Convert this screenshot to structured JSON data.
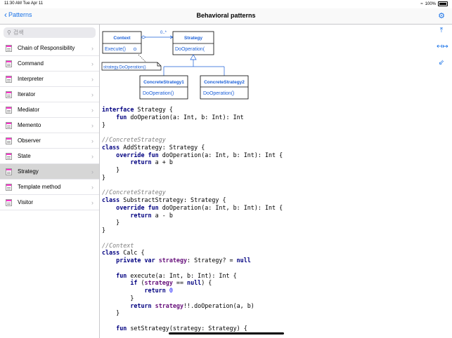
{
  "status": {
    "time": "11:30 AM  Tue Apr 11",
    "battery": "100%"
  },
  "nav": {
    "back_label": "Patterns",
    "title": "Behavioral patterns"
  },
  "search": {
    "placeholder": "검색"
  },
  "sidebar": {
    "items": [
      {
        "label": "Chain of Responsibility",
        "selected": false
      },
      {
        "label": "Command",
        "selected": false
      },
      {
        "label": "Interpreter",
        "selected": false
      },
      {
        "label": "Iterator",
        "selected": false
      },
      {
        "label": "Mediator",
        "selected": false
      },
      {
        "label": "Memento",
        "selected": false
      },
      {
        "label": "Observer",
        "selected": false
      },
      {
        "label": "State",
        "selected": false
      },
      {
        "label": "Strategy",
        "selected": true
      },
      {
        "label": "Template method",
        "selected": false
      },
      {
        "label": "Visitor",
        "selected": false
      }
    ]
  },
  "toolbar_icons": [
    "share-icon",
    "collapse-icon",
    "expand-icon"
  ],
  "diagram": {
    "context_name": "Context",
    "context_method": "Execute()",
    "multiplicity": "0..*",
    "strategy_name": "Strategy",
    "strategy_method": "DoOperation(",
    "note": "strategy.DoOperation()",
    "cs1_name": "ConcreteStrategy1",
    "cs1_method": "DoOperation()",
    "cs2_name": "ConcreteStrategy2",
    "cs2_method": "DoOperation()"
  },
  "code": "interface Strategy {\n    fun doOperation(a: Int, b: Int): Int\n}\n\n//ConcreteStrategy\nclass AddStrategy: Strategy {\n    override fun doOperation(a: Int, b: Int): Int {\n        return a + b\n    }\n}\n\n//ConcreteStrategy\nclass SubstractStrategy: Strategy {\n    override fun doOperation(a: Int, b: Int): Int {\n        return a - b\n    }\n}\n\n//Context\nclass Calc {\n    private var strategy: Strategy? = null\n\n    fun execute(a: Int, b: Int): Int {\n        if (strategy == null) {\n            return 0\n        }\n        return strategy!!.doOperation(a, b)\n    }\n\n    fun setStrategy(strategy: Strategy) {",
  "colors": {
    "accent": "#1a73e8",
    "uml_text": "#1a5fd8",
    "keyword": "#000080",
    "comment": "#808080",
    "selected_bg": "#d6d6d6"
  }
}
